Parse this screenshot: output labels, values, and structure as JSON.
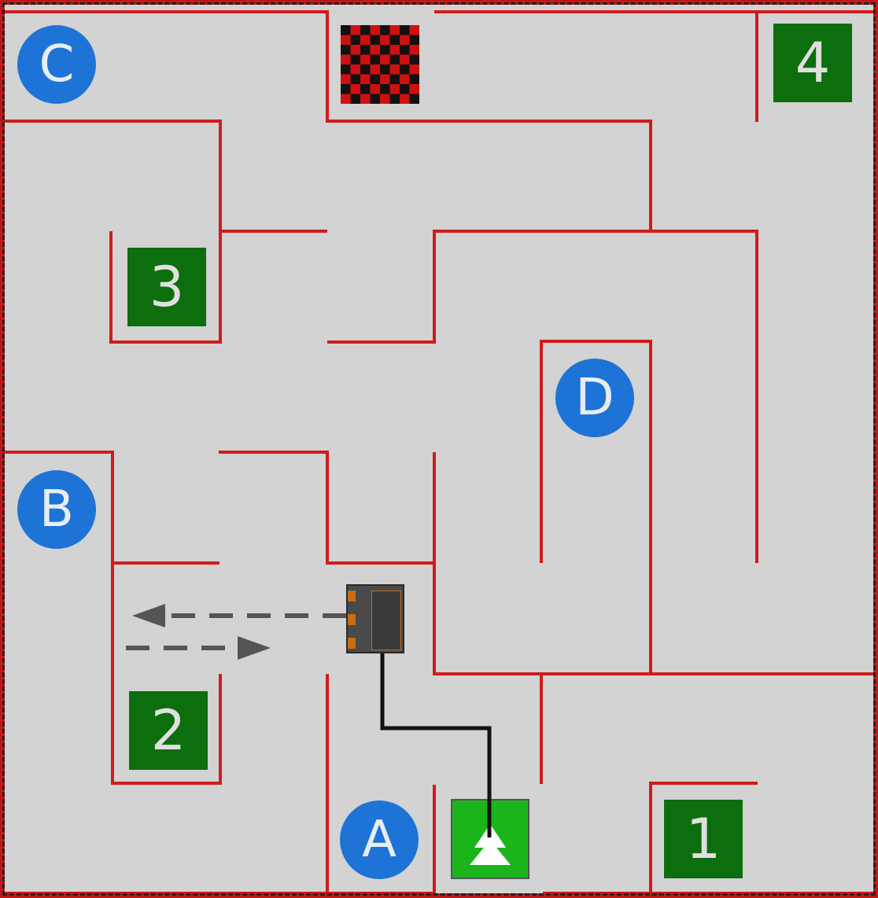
{
  "markers": {
    "c": "C",
    "b": "B",
    "d": "D",
    "a": "A"
  },
  "zones": {
    "z1": "1",
    "z2": "2",
    "z3": "3",
    "z4": "4"
  },
  "colors": {
    "wall": "#d01c1c",
    "floor": "#d3d3d3",
    "marker": "#1e74d6",
    "zone": "#0d6e0d",
    "start": "#1bb51b"
  },
  "icons": {
    "start": "up-arrow-icon",
    "finish": "checkered-flag-icon",
    "robot": "robot-icon"
  }
}
